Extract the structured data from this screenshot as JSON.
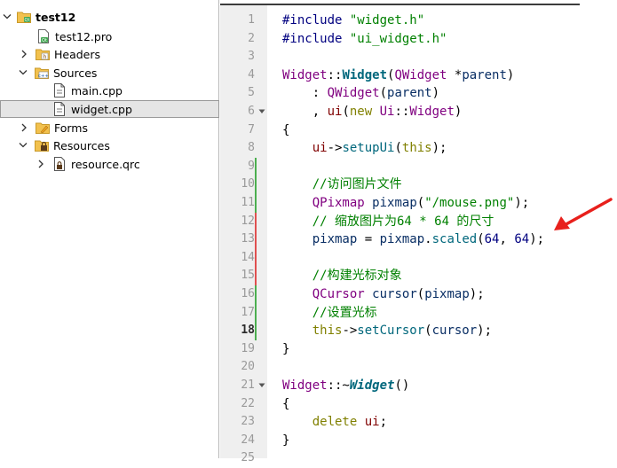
{
  "project_tree": {
    "items": [
      {
        "label": "test12",
        "icon": "qt-project-folder-icon",
        "depth": 0,
        "expanded": true,
        "bold": true
      },
      {
        "label": "test12.pro",
        "icon": "pro-file-icon",
        "depth": 1
      },
      {
        "label": "Headers",
        "icon": "headers-folder-icon",
        "depth": 1,
        "expanded": false
      },
      {
        "label": "Sources",
        "icon": "sources-folder-icon",
        "depth": 1,
        "expanded": true
      },
      {
        "label": "main.cpp",
        "icon": "cpp-file-icon",
        "depth": 2
      },
      {
        "label": "widget.cpp",
        "icon": "cpp-file-icon",
        "depth": 2,
        "selected": true
      },
      {
        "label": "Forms",
        "icon": "forms-folder-icon",
        "depth": 1,
        "expanded": false
      },
      {
        "label": "Resources",
        "icon": "resources-folder-icon",
        "depth": 1,
        "expanded": true
      },
      {
        "label": "resource.qrc",
        "icon": "qrc-file-icon",
        "depth": 2,
        "expanded": false
      }
    ]
  },
  "editor": {
    "current_line": 18,
    "lines": [
      {
        "n": "1",
        "text": "#include \"widget.h\""
      },
      {
        "n": "2",
        "text": "#include \"ui_widget.h\""
      },
      {
        "n": "3",
        "text": ""
      },
      {
        "n": "4",
        "text": "Widget::Widget(QWidget *parent)"
      },
      {
        "n": "5",
        "text": "    : QWidget(parent)"
      },
      {
        "n": "6",
        "text": "    , ui(new Ui::Widget)"
      },
      {
        "n": "7",
        "text": "{"
      },
      {
        "n": "8",
        "text": "    ui->setupUi(this);"
      },
      {
        "n": "9",
        "text": ""
      },
      {
        "n": "10",
        "text": "    //访问图片文件"
      },
      {
        "n": "11",
        "text": "    QPixmap pixmap(\"/mouse.png\");"
      },
      {
        "n": "12",
        "text": "    // 缩放图片为64 * 64 的尺寸"
      },
      {
        "n": "13",
        "text": "    pixmap = pixmap.scaled(64, 64);"
      },
      {
        "n": "14",
        "text": ""
      },
      {
        "n": "15",
        "text": "    //构建光标对象"
      },
      {
        "n": "16",
        "text": "    QCursor cursor(pixmap);"
      },
      {
        "n": "17",
        "text": "    //设置光标"
      },
      {
        "n": "18",
        "text": "    this->setCursor(cursor);"
      },
      {
        "n": "19",
        "text": "}"
      },
      {
        "n": "20",
        "text": ""
      },
      {
        "n": "21",
        "text": "Widget::~Widget()"
      },
      {
        "n": "22",
        "text": "{"
      },
      {
        "n": "23",
        "text": "    delete ui;"
      },
      {
        "n": "24",
        "text": "}"
      },
      {
        "n": "25",
        "text": ""
      }
    ],
    "fold_markers": [
      "6",
      "21"
    ],
    "change_markers": {
      "green": [
        "9",
        "10",
        "11",
        "16",
        "17",
        "18"
      ],
      "red": [
        "12",
        "13",
        "14",
        "15"
      ]
    }
  },
  "annotation": {
    "arrow_color": "#e8201c"
  }
}
